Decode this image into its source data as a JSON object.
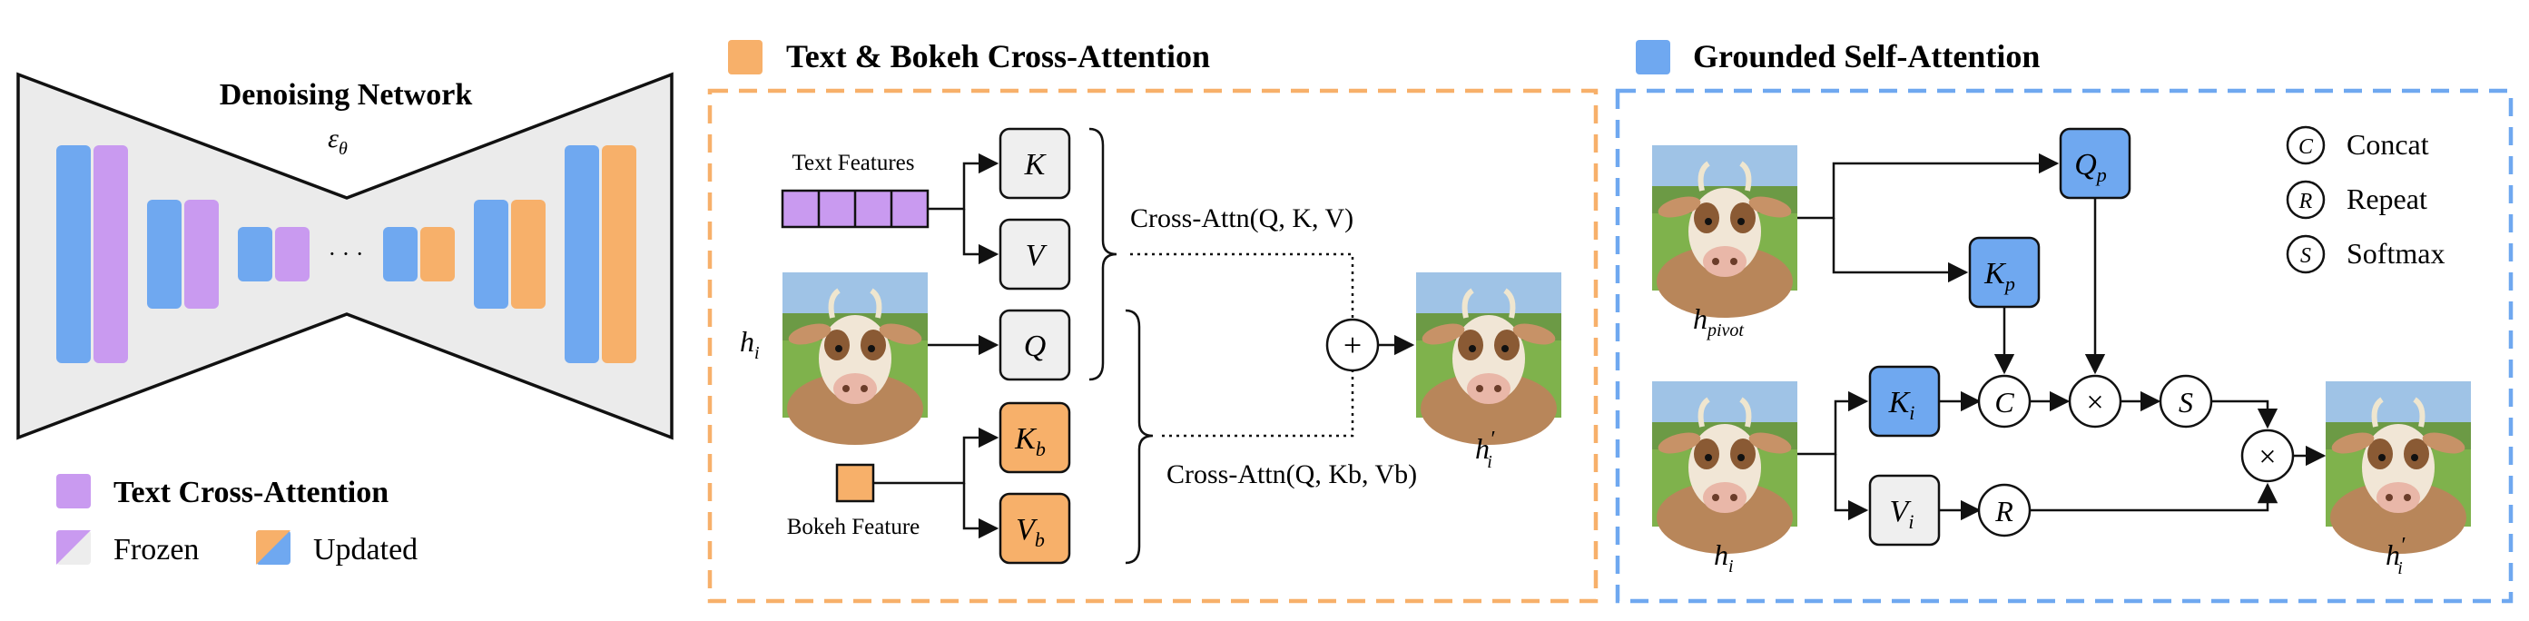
{
  "left_panel": {
    "title": "Denoising Network",
    "epsilon_symbol": "ε",
    "epsilon_subscript": "θ",
    "ellipsis": "· · ·",
    "legend": {
      "text_cross_attention": "Text Cross-Attention",
      "frozen": "Frozen",
      "updated": "Updated"
    }
  },
  "middle_panel": {
    "title": "Text & Bokeh Cross-Attention",
    "text_features_label": "Text Features",
    "bokeh_feature_label": "Bokeh Feature",
    "input_label_main": "h",
    "input_label_sub": "i",
    "output_label_main": "h",
    "output_label_sub": "i",
    "output_label_prime": "′",
    "boxes": {
      "k": "K",
      "v": "V",
      "q": "Q",
      "kb_main": "K",
      "kb_sub": "b",
      "vb_main": "V",
      "vb_sub": "b"
    },
    "cross_attn_top": "Cross-Attn(Q, K, V)",
    "cross_attn_bottom": "Cross-Attn(Q, Kb, Vb)",
    "plus_symbol": "+"
  },
  "right_panel": {
    "title": "Grounded Self-Attention",
    "pivot_label_main": "h",
    "pivot_label_sub": "pivot",
    "input_label_main": "h",
    "input_label_sub": "i",
    "output_label_main": "h",
    "output_label_sub": "i",
    "output_label_prime": "′",
    "boxes": {
      "qp_main": "Q",
      "qp_sub": "p",
      "kp_main": "K",
      "kp_sub": "p",
      "ki_main": "K",
      "ki_sub": "i",
      "vi_main": "V",
      "vi_sub": "i"
    },
    "ops": {
      "concat": "C",
      "repeat": "R",
      "softmax": "S",
      "times": "×"
    },
    "legend": {
      "concat": "Concat",
      "repeat": "Repeat",
      "softmax": "Softmax"
    }
  },
  "colors": {
    "blue": "#6fa8f0",
    "orange": "#f7b06a",
    "purple": "#c99af0",
    "gray_box": "#efefef",
    "gray_hourglass": "#ebebeb"
  }
}
